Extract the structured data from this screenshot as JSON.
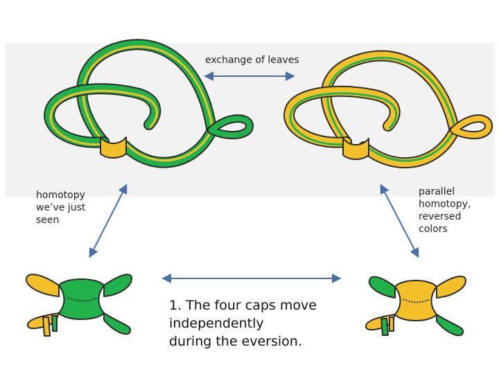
{
  "labels": {
    "top": "exchange of leaves",
    "left_line1": "homotopy",
    "left_line2": "we’ve just",
    "left_line3": "seen",
    "right_line1": "parallel",
    "right_line2": "homotopy,",
    "right_line3": "reversed",
    "right_line4": "colors"
  },
  "caption": {
    "line1": "1. The four caps move",
    "line2": "independently",
    "line3": "during the eversion."
  },
  "colors": {
    "green": "#22b24c",
    "yellow": "#f4c02a",
    "outline": "#2a2a2a",
    "arrow": "#4a6fa5",
    "panel": "#f2f2f2"
  }
}
